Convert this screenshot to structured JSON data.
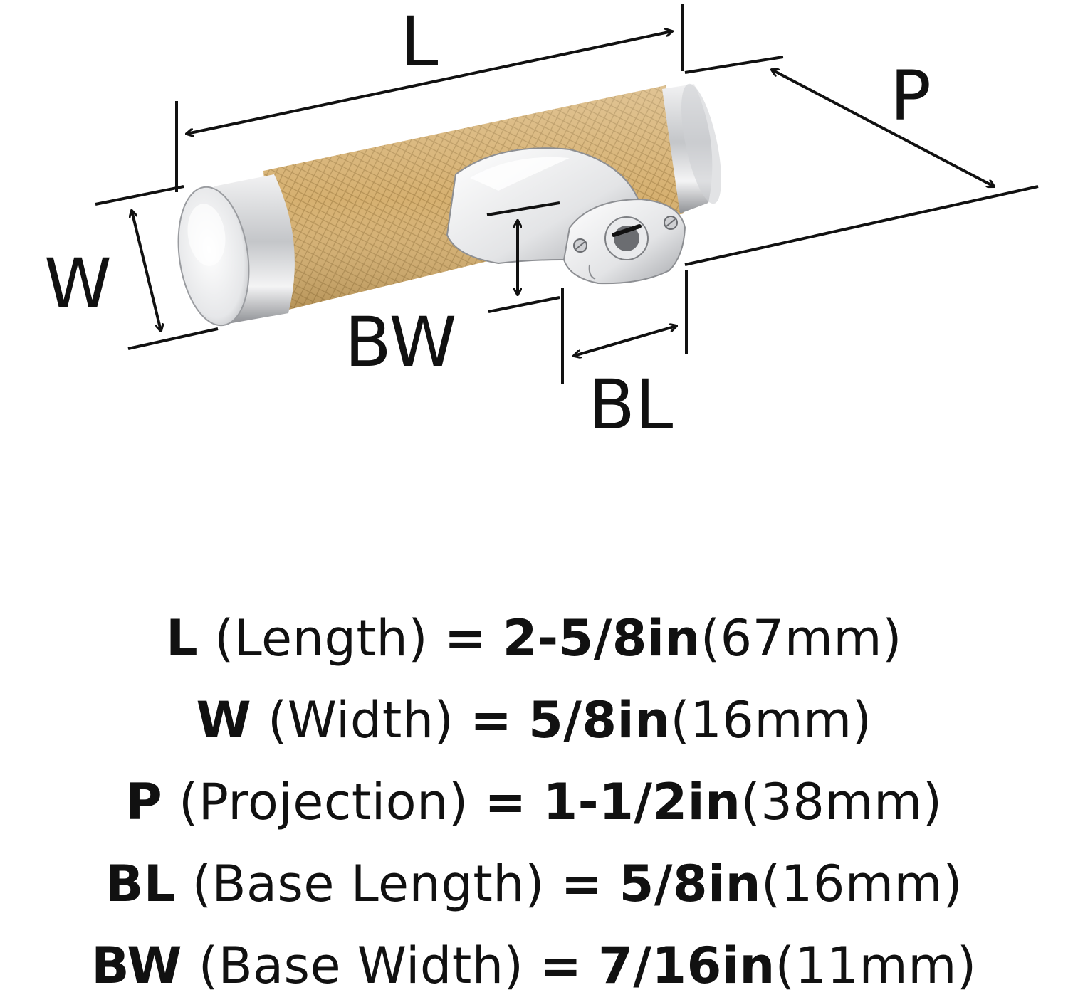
{
  "diagram": {
    "labels": {
      "L": "L",
      "P": "P",
      "W": "W",
      "BW": "BW",
      "BL": "BL"
    },
    "colors": {
      "brass": "#d6b070",
      "brass_dark": "#b89050",
      "nickel": "#d9dadc",
      "nickel_light": "#f6f6f7",
      "nickel_dark": "#8d8f93",
      "line": "#111111"
    },
    "icons": {
      "arrow": "double-headed-arrow",
      "screw": "screw-head"
    }
  },
  "specs": [
    {
      "abbr": "L",
      "name": "(Length)",
      "eq": "=",
      "imperial": "2-5/8in",
      "metric": "(67mm)"
    },
    {
      "abbr": "W",
      "name": "(Width)",
      "eq": "=",
      "imperial": "5/8in",
      "metric": "(16mm)"
    },
    {
      "abbr": "P",
      "name": "(Projection)",
      "eq": "=",
      "imperial": "1-1/2in",
      "metric": "(38mm)"
    },
    {
      "abbr": "BL",
      "name": "(Base Length)",
      "eq": "=",
      "imperial": "5/8in",
      "metric": "(16mm)"
    },
    {
      "abbr": "BW",
      "name": "(Base Width)",
      "eq": "=",
      "imperial": "7/16in",
      "metric": "(11mm)"
    }
  ]
}
